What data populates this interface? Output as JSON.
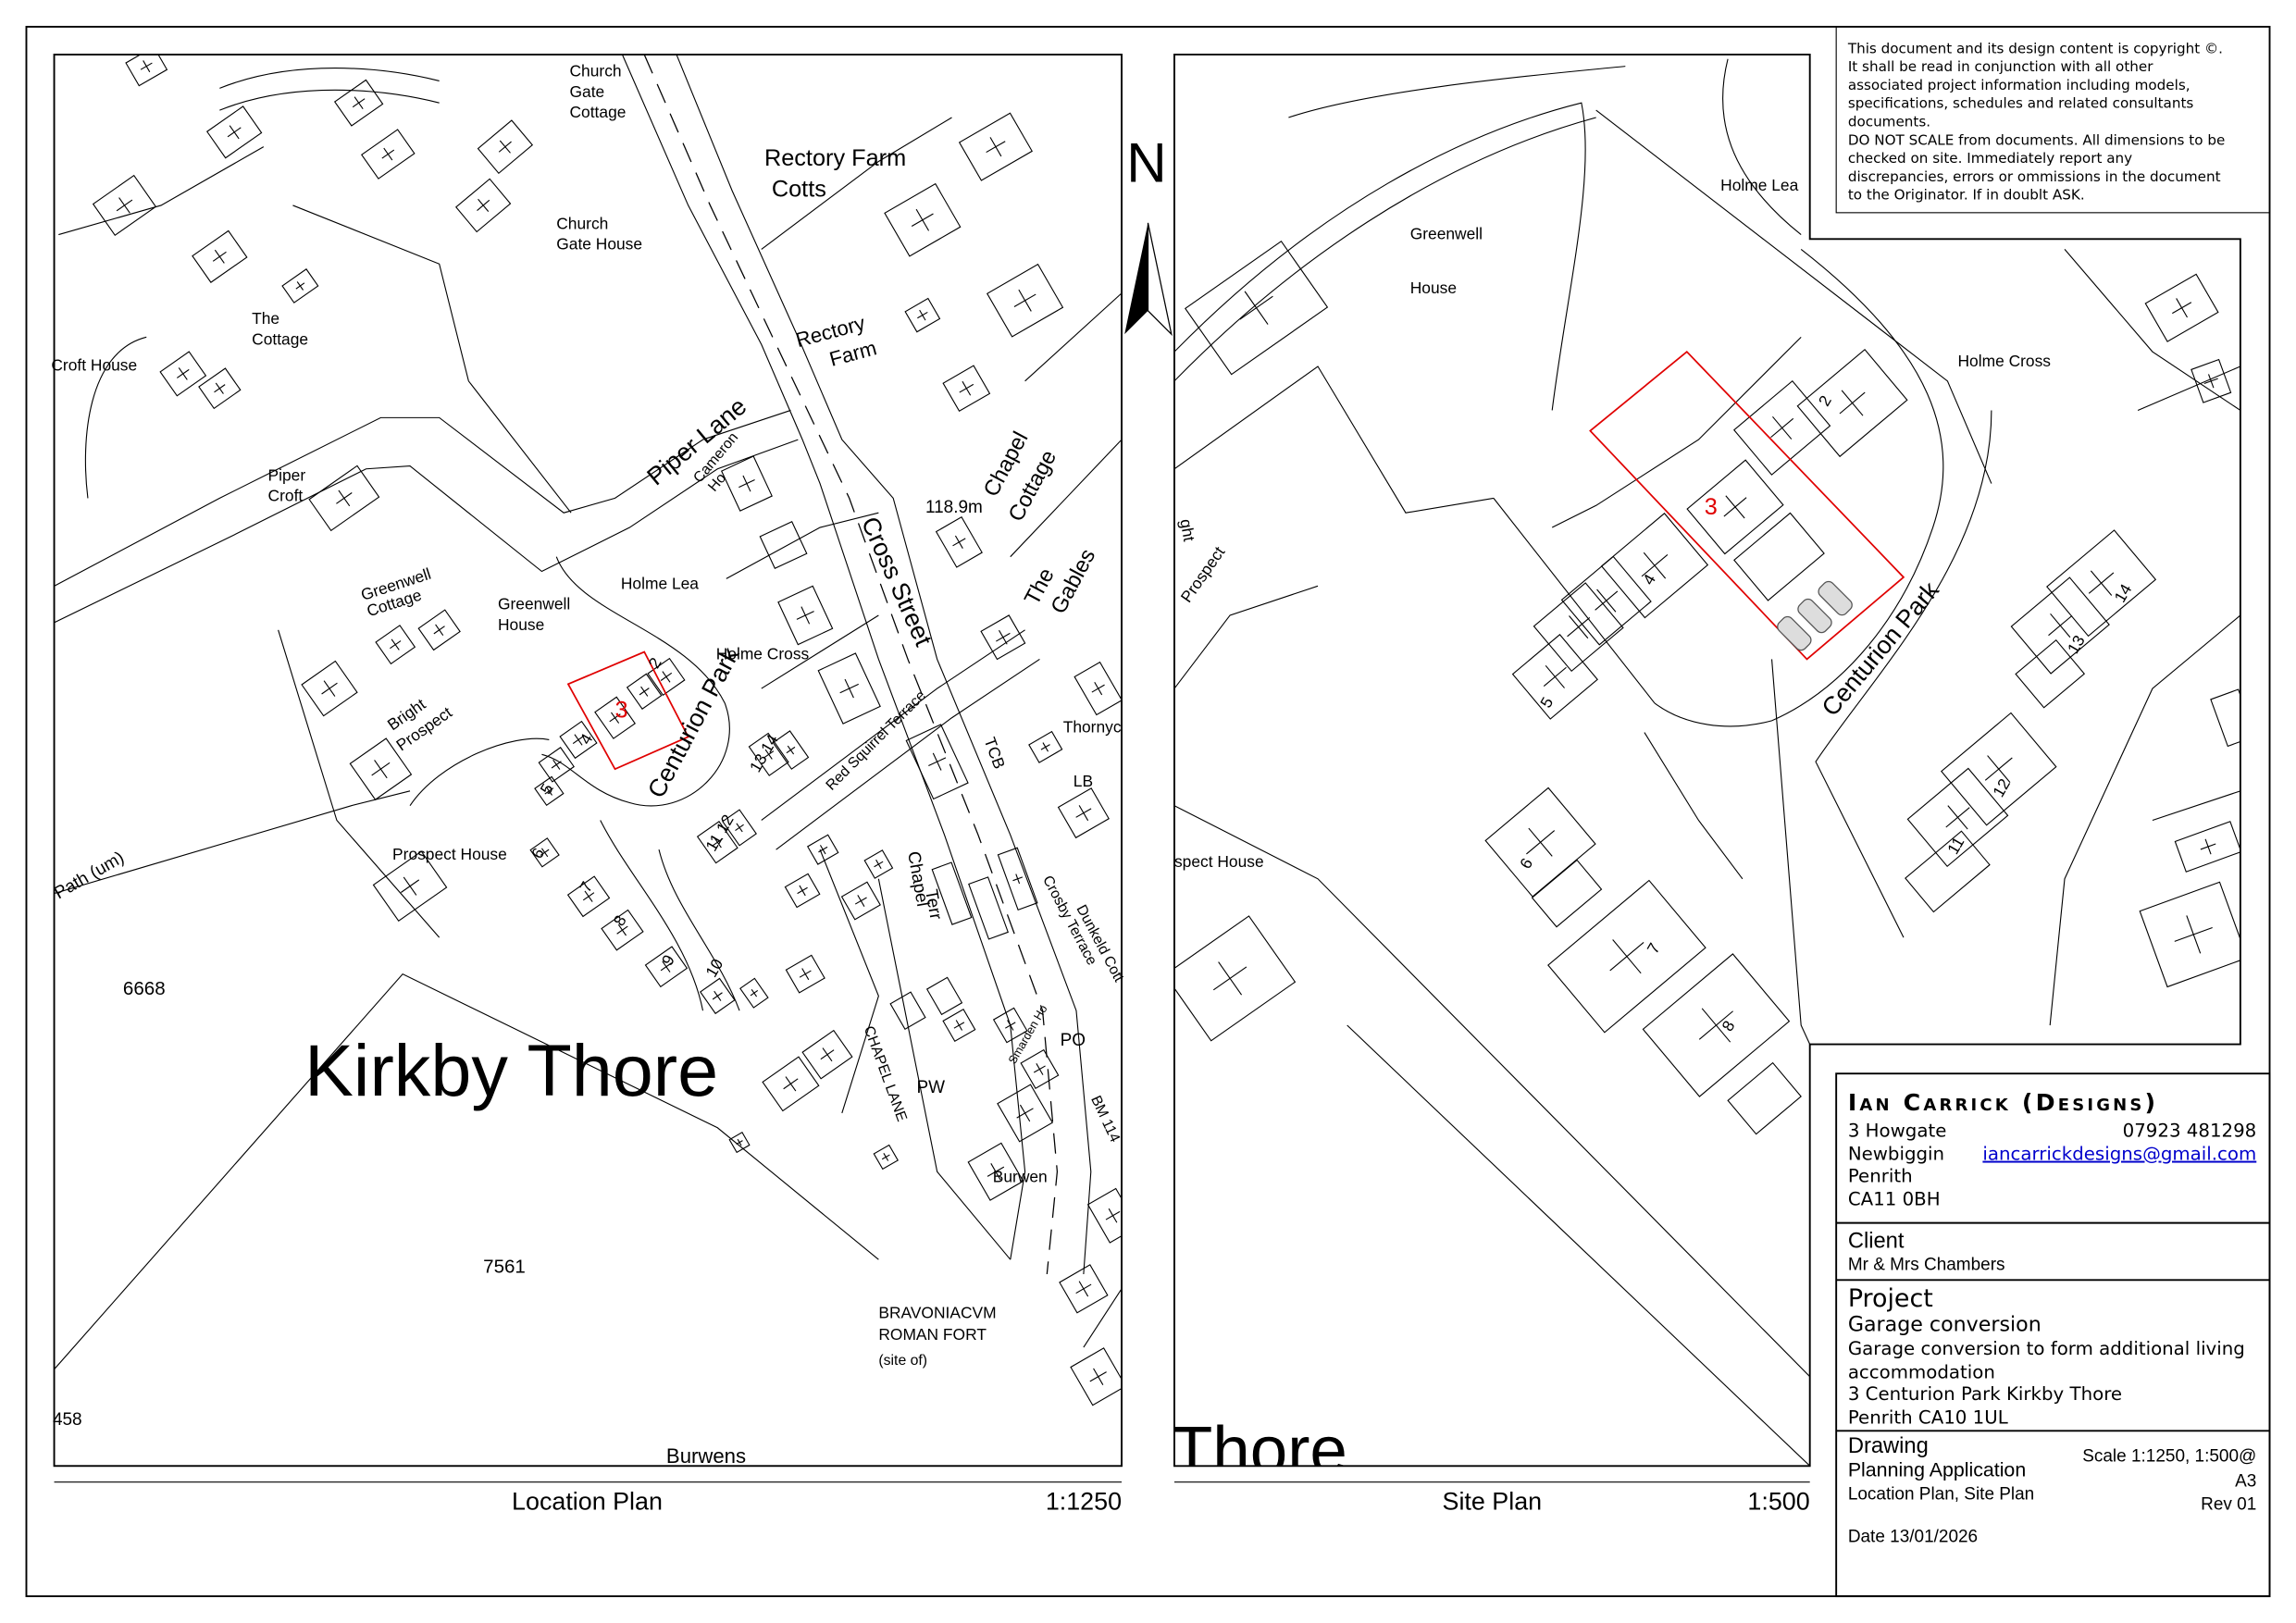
{
  "notes": {
    "lines": [
      "This document and its design content is copyright ©.",
      "It shall be read in conjunction with all other",
      "associated project information including models,",
      "specifications, schedules and related consultants",
      "documents.",
      "DO NOT SCALE from documents. All dimensions to be",
      "checked on site. Immediately report any",
      "discrepancies, errors or ommissions in the document",
      "to the Originator. If in doublt ASK."
    ]
  },
  "north_arrow": {
    "label": "N",
    "icon": "north-arrow-icon"
  },
  "location_plan": {
    "title": "Location Plan",
    "scale": "1:1250",
    "labels": [
      "Church",
      "Gate",
      "Cottage",
      "Rectory Farm",
      "Cotts",
      "Church",
      "Gate House",
      "The",
      "Cottage",
      "Croft House",
      "Rectory",
      "Farm",
      "Piper",
      "Croft",
      "Piper Lane",
      "Cameron",
      "Ho",
      "118.9m",
      "Chapel",
      "Cottage",
      "Cross Street",
      "Holme Lea",
      "The",
      "Gables",
      "Greenwell",
      "Cottage",
      "Greenwell",
      "House",
      "Holme Cross",
      "Bright",
      "Prospect",
      "Centurion Park",
      "Red Squirrel Terrace",
      "TCB",
      "Thornyc",
      "LB",
      "Path (um)",
      "Prospect House",
      "Chapel",
      "Terr",
      "Crosby Terrace",
      "Dunkeld Cott",
      "6668",
      "Kirkby Thore",
      "Smarden Ho",
      "PO",
      "CHAPEL LANE",
      "PW",
      "BM 114",
      "Burwen",
      "7561",
      "BRAVONIACVM",
      "ROMAN FORT",
      "(site of)",
      "458",
      "Burwens"
    ],
    "house_numbers": [
      "2",
      "3",
      "4",
      "5",
      "13 14",
      "11 12",
      "6",
      "7",
      "8",
      "9",
      "10"
    ]
  },
  "site_plan": {
    "title": "Site Plan",
    "scale": "1:500",
    "labels": [
      "Greenwell",
      "House",
      "Holme Lea",
      "Holme Cross",
      "ght",
      "Prospect",
      "Centurion Park",
      "spect House",
      "Thore"
    ],
    "house_numbers": [
      "2",
      "3",
      "4",
      "5",
      "13",
      "14",
      "11",
      "12",
      "6",
      "7",
      "8"
    ]
  },
  "title_block": {
    "company": "Ian Carrick (Designs)",
    "address": [
      "3 Howgate",
      "Newbiggin",
      "Penrith",
      "CA11 0BH"
    ],
    "phone": "07923 481298",
    "email": "iancarrickdesigns@gmail.com",
    "client_heading": "Client",
    "client": "Mr & Mrs Chambers",
    "project_heading": "Project",
    "project_name": "Garage conversion",
    "project_desc": [
      "Garage conversion to form additional living",
      "accommodation",
      "3 Centurion Park Kirkby Thore",
      "Penrith CA10 1UL"
    ],
    "drawing_heading": "Drawing",
    "drawing_type": "Planning Application",
    "drawing_list": "Location Plan, Site Plan",
    "scale": "Scale 1:1250, 1:500@",
    "paper": "A3",
    "revision": "Rev 01",
    "date": "Date 13/01/2026"
  },
  "colors": {
    "site_boundary": "#e00000",
    "email_link": "#0000cc"
  }
}
